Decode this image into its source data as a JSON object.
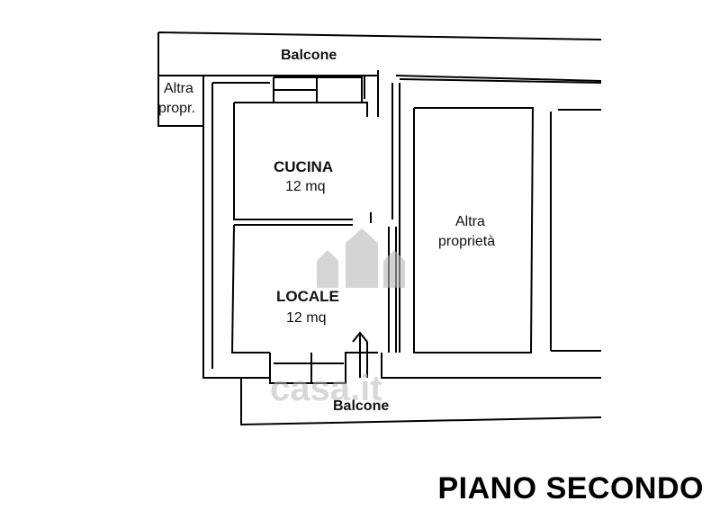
{
  "plan": {
    "balcony_top": "Balcone",
    "balcony_bottom": "Balcone",
    "other_small": [
      "Altra",
      "propr."
    ],
    "kitchen": {
      "name": "CUCINA",
      "area": "12 mq"
    },
    "room": {
      "name": "LOCALE",
      "area": "12 mq"
    },
    "other_big": [
      "Altra",
      "proprietà"
    ],
    "floor_title": "PIANO SECONDO",
    "watermark": "casa.it"
  },
  "colors": {
    "wall": "#000000",
    "watermark": "#b9b9b9"
  }
}
